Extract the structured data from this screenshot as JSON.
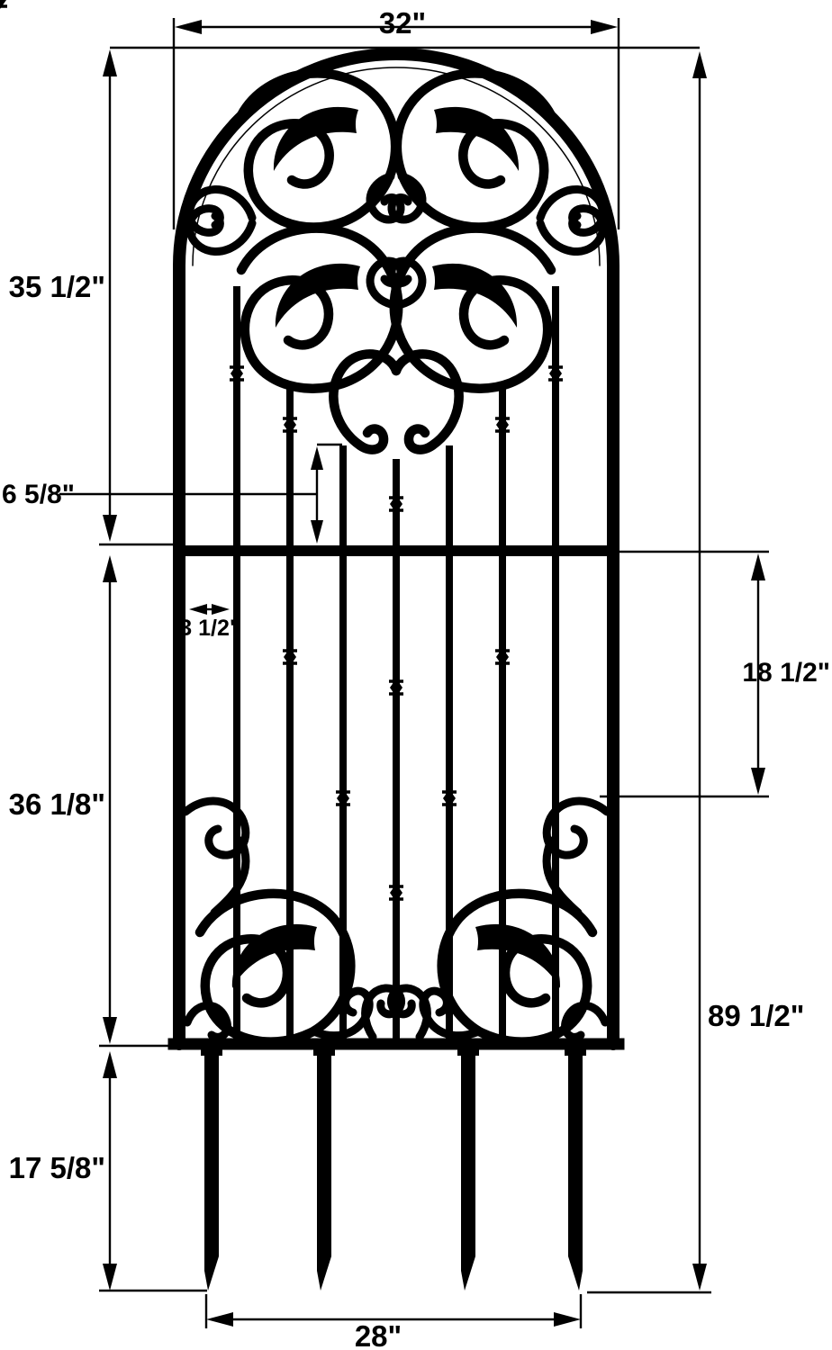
{
  "page": {
    "background": "#ffffff",
    "line_color": "#000000"
  },
  "diagram": {
    "type": "dimension-drawing",
    "subject": "arched wrought-iron garden trellis with scrollwork and ground stakes",
    "units": "inches",
    "dims": {
      "top_width": "32\"",
      "upper_section_height": "35 1/2\"",
      "scroll_to_midrail": "6 5/8\"",
      "edge_to_first_bar": "3 1/2\"",
      "midrail_to_lower_scroll": "18 1/2\"",
      "lower_section_height": "36 1/8\"",
      "overall_height": "89 1/2\"",
      "stake_length": "17 5/8\"",
      "stake_span": "28\""
    }
  }
}
